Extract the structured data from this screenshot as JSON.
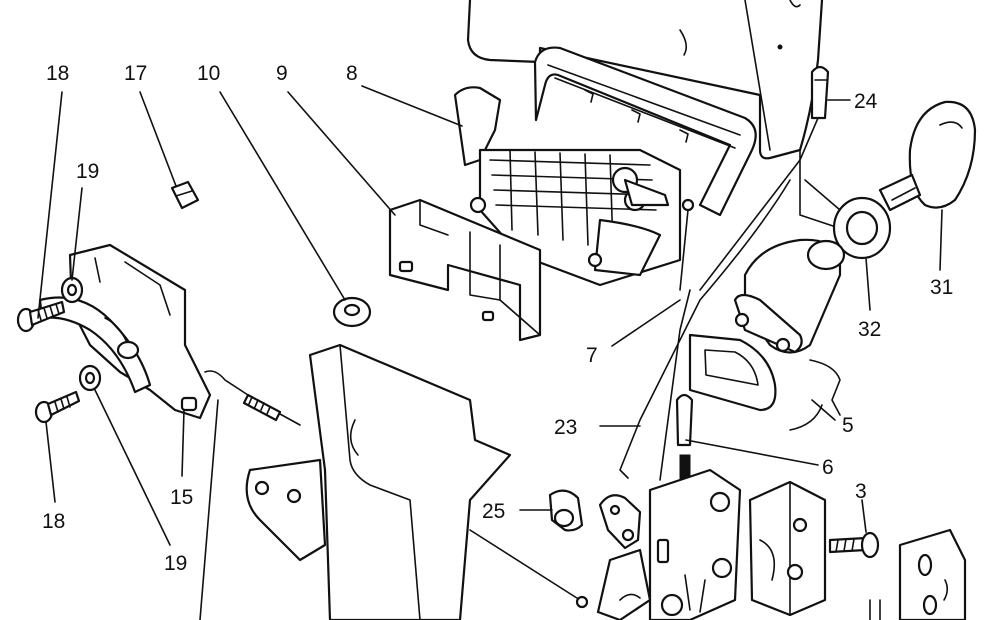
{
  "diagram": {
    "callouts": [
      {
        "id": "c-18a",
        "text": "18"
      },
      {
        "id": "c-17",
        "text": "17"
      },
      {
        "id": "c-10",
        "text": "10"
      },
      {
        "id": "c-9",
        "text": "9"
      },
      {
        "id": "c-8",
        "text": "8"
      },
      {
        "id": "c-24",
        "text": "24"
      },
      {
        "id": "c-19a",
        "text": "19"
      },
      {
        "id": "c-31",
        "text": "31"
      },
      {
        "id": "c-32",
        "text": "32"
      },
      {
        "id": "c-7",
        "text": "7"
      },
      {
        "id": "c-5",
        "text": "5"
      },
      {
        "id": "c-23",
        "text": "23"
      },
      {
        "id": "c-6",
        "text": "6"
      },
      {
        "id": "c-15",
        "text": "15"
      },
      {
        "id": "c-3",
        "text": "3"
      },
      {
        "id": "c-25",
        "text": "25"
      },
      {
        "id": "c-18b",
        "text": "18"
      },
      {
        "id": "c-19b",
        "text": "19"
      }
    ],
    "colors": {
      "ink": "#111111",
      "paper": "#ffffff"
    }
  }
}
